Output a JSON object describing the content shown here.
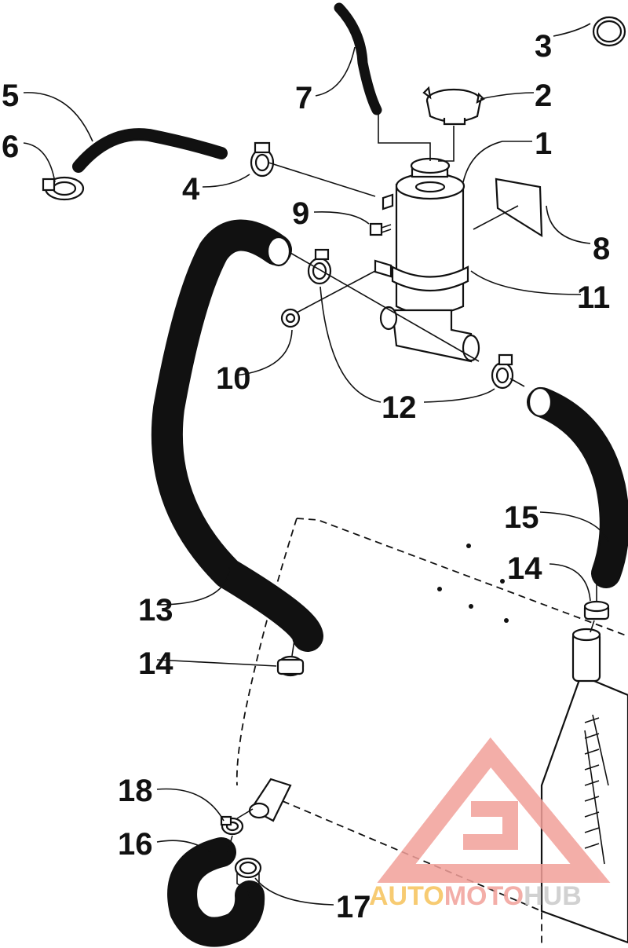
{
  "callouts": [
    {
      "id": "1",
      "text": "1"
    },
    {
      "id": "2",
      "text": "2"
    },
    {
      "id": "3",
      "text": "3"
    },
    {
      "id": "4",
      "text": "4"
    },
    {
      "id": "5",
      "text": "5"
    },
    {
      "id": "6",
      "text": "6"
    },
    {
      "id": "7",
      "text": "7"
    },
    {
      "id": "8",
      "text": "8"
    },
    {
      "id": "9",
      "text": "9"
    },
    {
      "id": "10",
      "text": "10"
    },
    {
      "id": "11",
      "text": "11"
    },
    {
      "id": "12",
      "text": "12"
    },
    {
      "id": "13",
      "text": "13"
    },
    {
      "id": "14a",
      "text": "14"
    },
    {
      "id": "14b",
      "text": "14"
    },
    {
      "id": "15",
      "text": "15"
    },
    {
      "id": "16",
      "text": "16"
    },
    {
      "id": "17",
      "text": "17"
    },
    {
      "id": "18",
      "text": "18"
    }
  ],
  "watermark": {
    "part1": "AUTO",
    "part2": "MOTO",
    "part3": "HUB",
    "color_primary": "#f2a09a",
    "color_accent": "#f6c25a",
    "color_dark": "#c9c9c9"
  }
}
